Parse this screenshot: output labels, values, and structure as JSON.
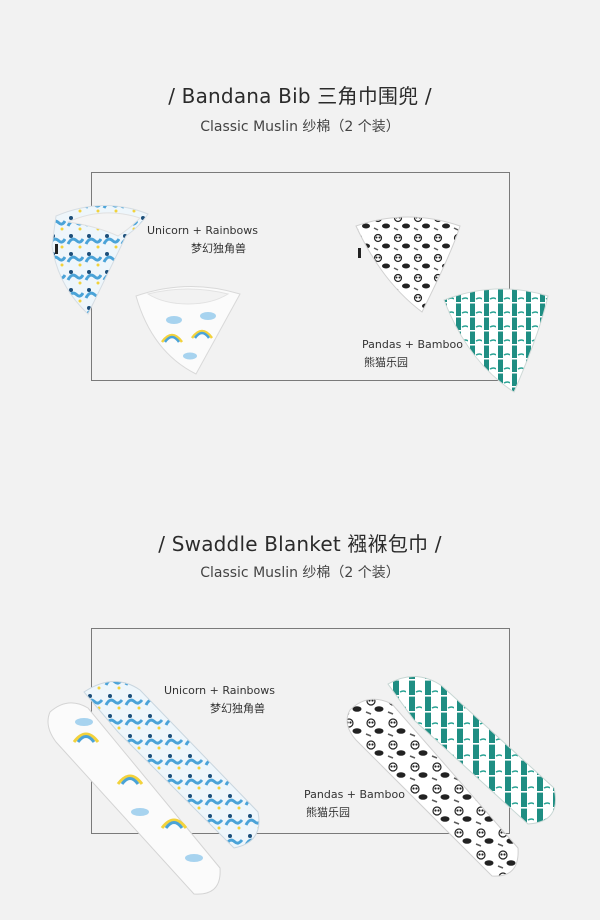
{
  "bib": {
    "title": "/ Bandana Bib  三角巾围兜 /",
    "subtitle": "Classic Muslin  纱棉（2 个装）",
    "left_label_en": "Unicorn + Rainbows",
    "left_label_cn": "梦幻独角兽",
    "right_label_en": "Pandas + Bamboo",
    "right_label_cn": "熊猫乐园"
  },
  "swaddle": {
    "title": "/ Swaddle Blanket  襁褓包巾 /",
    "subtitle": "Classic Muslin  纱棉（2 个装）",
    "left_label_en": "Unicorn + Rainbows",
    "left_label_cn": "梦幻独角兽",
    "right_label_en": "Pandas + Bamboo",
    "right_label_cn": "熊猫乐园"
  },
  "colors": {
    "background": "#f2f2f2",
    "frame": "#7a7a7a",
    "unicorn_blue": "#4aa3d8",
    "rainbow_yellow": "#f2d23c",
    "panda_black": "#222222",
    "bamboo_teal": "#1f8e83"
  }
}
